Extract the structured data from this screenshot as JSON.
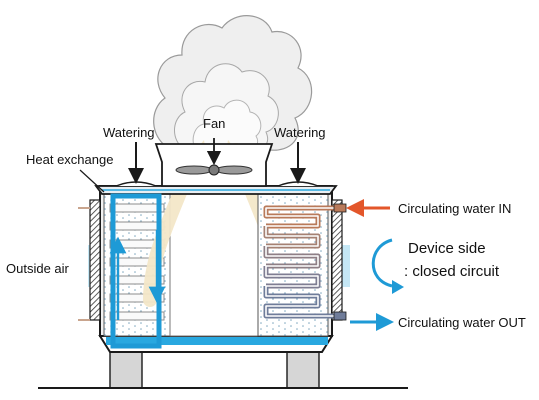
{
  "labels": {
    "fan": "Fan",
    "watering_left": "Watering",
    "watering_right": "Watering",
    "heat_exchange": "Heat exchange",
    "outside_air": "Outside air",
    "water_in": "Circulating water IN",
    "water_out": "Circulating water OUT",
    "device_side_line1": "Device side",
    "device_side_line2": ": closed circuit"
  },
  "colors": {
    "outline": "#1a1a1a",
    "unit_fill": "#f2f2f2",
    "basin_water": "#29a8e0",
    "air_band": "#bfe4f4",
    "circuit_blue": "#1e9ad6",
    "water_in_arrow": "#e3562a",
    "hot_coil": "#b97a5a",
    "cold_coil": "#6f7c9a",
    "warm_air": "#f3e7c8",
    "vapor": "#efefef",
    "leg": "#d6d6d6"
  }
}
